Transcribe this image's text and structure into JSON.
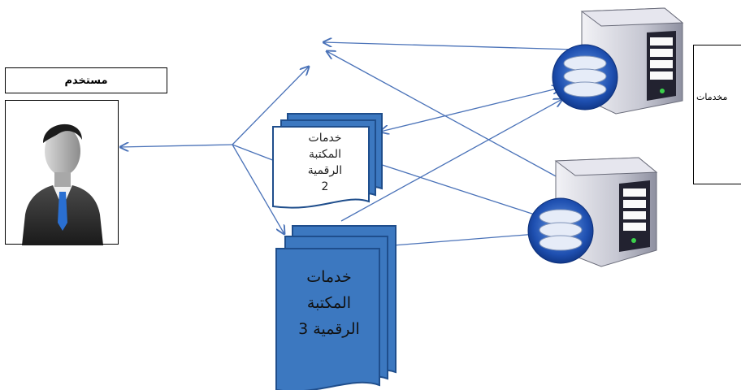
{
  "user": {
    "label": "مستخدم"
  },
  "services": {
    "label": "مخدمات"
  },
  "doc2": {
    "line1": "خدمات",
    "line2": "المكتبة",
    "line3": "الرقمية",
    "line4": "2"
  },
  "doc3": {
    "line1": "خدمات",
    "line2": "المكتبة",
    "line3": "الرقمية 3"
  },
  "colors": {
    "arrow": "#4a72b8",
    "doc_fill": "#3c78c0",
    "doc_stroke": "#1f4e8c",
    "server": "#c9c9d6"
  }
}
